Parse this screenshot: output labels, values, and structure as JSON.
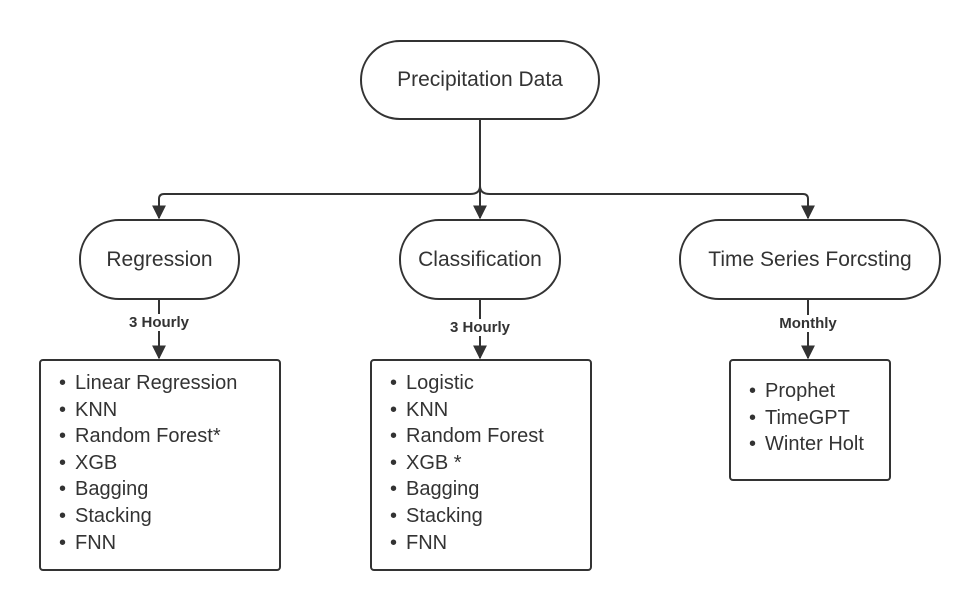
{
  "root": {
    "label": "Precipitation Data"
  },
  "branches": [
    {
      "label": "Regression",
      "frequency": "3 Hourly",
      "methods": [
        "Linear Regression",
        "KNN",
        "Random Forest*",
        "XGB",
        "Bagging",
        "Stacking",
        "FNN"
      ]
    },
    {
      "label": "Classification",
      "frequency": "3 Hourly",
      "methods": [
        "Logistic",
        "KNN",
        "Random Forest",
        "XGB *",
        "Bagging",
        "Stacking",
        "FNN"
      ]
    },
    {
      "label": "Time Series Forcsting",
      "frequency": "Monthly",
      "methods": [
        "Prophet",
        "TimeGPT",
        "Winter Holt"
      ]
    }
  ],
  "colors": {
    "stroke": "#333333",
    "text": "#333333",
    "background": "#ffffff"
  }
}
